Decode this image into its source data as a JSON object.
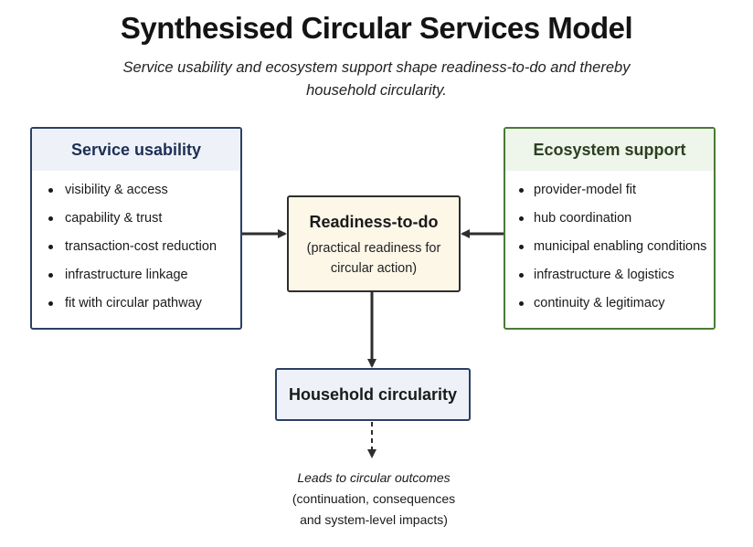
{
  "title": "Synthesised Circular Services Model",
  "subtitle": "Service usability and ecosystem support shape readiness-to-do and thereby household circularity.",
  "usability": {
    "header": "Service usability",
    "items": [
      "visibility & access",
      "capability & trust",
      "transaction-cost reduction",
      "infrastructure linkage",
      "fit with circular pathway"
    ]
  },
  "ecosystem": {
    "header": "Ecosystem support",
    "items": [
      "provider-model fit",
      "hub coordination",
      "municipal enabling conditions",
      "infrastructure & logistics",
      "continuity & legitimacy"
    ]
  },
  "readiness": {
    "title": "Readiness-to-do",
    "description": "(practical readiness for circular action)"
  },
  "household": {
    "title": "Household circularity"
  },
  "outcome": {
    "lead": "Leads to circular outcomes",
    "line2": "(continuation, consequences",
    "line3": "and system-level impacts)"
  },
  "colors": {
    "usability_border": "#2b3f66",
    "ecosystem_border": "#4a7a35",
    "readiness_fill": "#fdf7e8",
    "household_fill": "#eef2f8",
    "arrow": "#2e2e2e"
  }
}
